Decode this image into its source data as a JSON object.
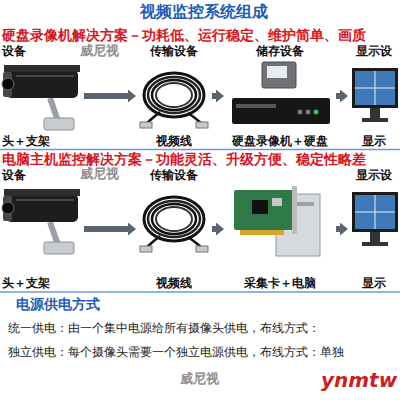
{
  "diagram": {
    "title": "视频监控系统组成",
    "nodes": [
      {
        "text": [
          "设备",
          "头＋支架"
        ]
      },
      {
        "text": [
          "传输设备",
          "视频线"
        ]
      },
      {
        "text": [
          "储存设备",
          "硬盘录像机＋硬盘"
        ]
      },
      {
        "text": [
          "显示设",
          "显示"
        ]
      },
      {
        "text": [
          "设备",
          "头＋支架"
        ]
      },
      {
        "text": [
          "传输设备",
          "视频线"
        ]
      },
      {
        "text": [
          "采集卡＋电脑"
        ]
      },
      {
        "text": [
          "显示设",
          "显示"
        ]
      }
    ],
    "edges": [
      {
        "from": 0,
        "to": 1,
        "arrow": "to"
      },
      {
        "from": 1,
        "to": 2,
        "arrow": "to"
      },
      {
        "from": 2,
        "to": 3,
        "arrow": "to"
      },
      {
        "from": 4,
        "to": 5,
        "arrow": "to"
      },
      {
        "from": 5,
        "to": 6,
        "arrow": "to"
      },
      {
        "from": 6,
        "to": 7,
        "arrow": "to"
      }
    ],
    "labels": [
      "硬盘录像机解决方案－功耗低、运行稳定、维护简单、画质",
      "电脑主机监控解决方案－功能灵活、升级方便、稳定性略差",
      "电源供电方式",
      "统一供电：由一个集中电源给所有摄像头供电，布线方式：",
      "独立供电：每个摄像头需要一个独立电源供电，布线方式：单独",
      "威尼视",
      "威尼视",
      "威尼视",
      "ynmtw"
    ]
  }
}
